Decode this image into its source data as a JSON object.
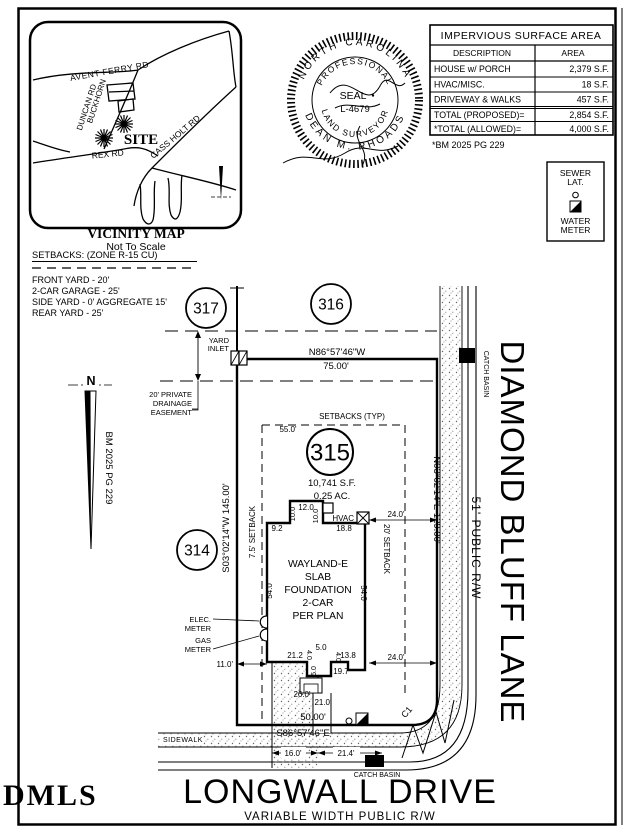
{
  "table": {
    "title": "IMPERVIOUS SURFACE AREA",
    "headers": [
      "DESCRIPTION",
      "AREA"
    ],
    "rows": [
      [
        "HOUSE w/ PORCH",
        "2,379 S.F."
      ],
      [
        "HVAC/MISC.",
        "18 S.F."
      ],
      [
        "DRIVEWAY & WALKS",
        "457 S.F."
      ],
      [
        "TOTAL (PROPOSED)=",
        "2,854 S.F."
      ],
      [
        "*TOTAL (ALLOWED)=",
        "4,000 S.F."
      ]
    ],
    "note": "*BM 2025 PG 229"
  },
  "legend": {
    "sewer_1": "SEWER",
    "sewer_2": "LAT.",
    "water_1": "WATER",
    "water_2": "METER"
  },
  "seal": {
    "outer_top": "NORTH CAROLINA",
    "outer_bottom": "DEAN M. RHOADS",
    "inner_top": "PROFESSIONAL",
    "inner_bottom": "LAND SURVEYOR",
    "center_1": "SEAL",
    "center_2": "L-4679"
  },
  "vicinity": {
    "title": "VICINITY MAP",
    "subtitle": "Not To Scale",
    "site": "SITE",
    "road_avent": "AVENT FERRY RD",
    "road_buckhorn": "BUCKHORN",
    "road_duncan": "DUNCAN RD",
    "road_rex": "REX RD",
    "road_cass": "CASS HOLT RD"
  },
  "setbacks": {
    "heading": "SETBACKS: (ZONE R-15 CU)",
    "items": [
      "FRONT YARD - 20'",
      "2-CAR GARAGE - 25'",
      "SIDE YARD - 0' AGGREGATE 15'",
      "REAR YARD - 25'"
    ]
  },
  "plan": {
    "lots": {
      "l314": "314",
      "l315": "315",
      "l316": "316",
      "l317": "317",
      "area_sf": "10,741 S.F.",
      "area_ac": "0.25 AC."
    },
    "house": {
      "lines": [
        "WAYLAND-E",
        "SLAB",
        "FOUNDATION",
        "2-CAR",
        "PER PLAN"
      ]
    },
    "bearings": {
      "n_brg": "N86°57'46\"W",
      "n_dist": "75.00'",
      "w": "S03°02'14\"W  145.00'",
      "e": "N03°02'14\"E  129.00'",
      "s_dist": "50.00'",
      "s_brg": "S86°57'46\"E"
    },
    "dims": {
      "d55": "55.0'",
      "d12": "12.0",
      "d10a": "10.0",
      "d10b": "10.0",
      "d9_2": "9.2",
      "d18_8": "18.8",
      "d24_top": "24.0'",
      "d24_bot": "24.0'",
      "d54_l": "54.0",
      "d54_r": "54.0",
      "d21_2": "21.2",
      "d5_top": "5.0",
      "d4a": "4.0",
      "d4b": "4.0",
      "d13_8": "13.8",
      "d19_7": "19.7",
      "d5_side": "5.0",
      "d11": "11.0'",
      "d26": "26.0'",
      "d21_0": "21.0'",
      "d16": "16.0'",
      "d21_4": "21.4'",
      "c1": "C1"
    },
    "labels": {
      "yard_1": "YARD",
      "yard_2": "INLET",
      "ease_1": "20' PRIVATE",
      "ease_2": "DRAINAGE",
      "ease_3": "EASEMENT",
      "sb_typ": "SETBACKS  (TYP)",
      "sb75": "7.5' SETBACK",
      "sb20": "20' SETBACK",
      "hvac": "HVAC",
      "elec_1": "ELEC.",
      "elec_2": "METER",
      "gas_1": "GAS",
      "gas_2": "METER",
      "sidewalk": "SIDEWALK",
      "catch_basin": "CATCH BASIN",
      "north": "N",
      "bm": "BM 2025 PG 229"
    }
  },
  "streets": {
    "right_name": "DIAMOND BLUFF LANE",
    "right_rw": "51' PUBLIC R/W",
    "bottom_name": "LONGWALL DRIVE",
    "bottom_rw": "VARIABLE WIDTH PUBLIC R/W"
  },
  "watermark": "DMLS"
}
